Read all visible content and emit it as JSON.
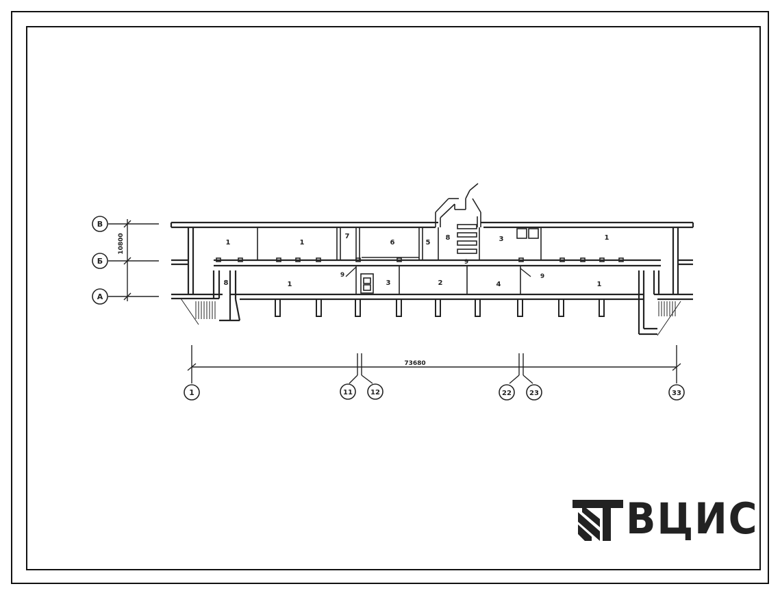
{
  "drawing": {
    "axes_rows": [
      {
        "id": "row-v",
        "label": "В"
      },
      {
        "id": "row-b",
        "label": "Б"
      },
      {
        "id": "row-a",
        "label": "А"
      }
    ],
    "axes_cols": [
      {
        "id": "col-1",
        "label": "1"
      },
      {
        "id": "col-11",
        "label": "11"
      },
      {
        "id": "col-12",
        "label": "12"
      },
      {
        "id": "col-22",
        "label": "22"
      },
      {
        "id": "col-23",
        "label": "23"
      },
      {
        "id": "col-33",
        "label": "33"
      }
    ],
    "dim_vertical": "10800",
    "dim_horizontal": "73680",
    "rooms": [
      "1",
      "1",
      "7",
      "6",
      "5",
      "8",
      "3",
      "1",
      "8",
      "1",
      "9",
      "3",
      "2",
      "4",
      "1",
      "9",
      "9"
    ]
  },
  "logo": {
    "text": "ВЦИС",
    "icon": "tpp-emblem-icon"
  },
  "colors": {
    "ink": "#222222",
    "frame": "#111111"
  }
}
